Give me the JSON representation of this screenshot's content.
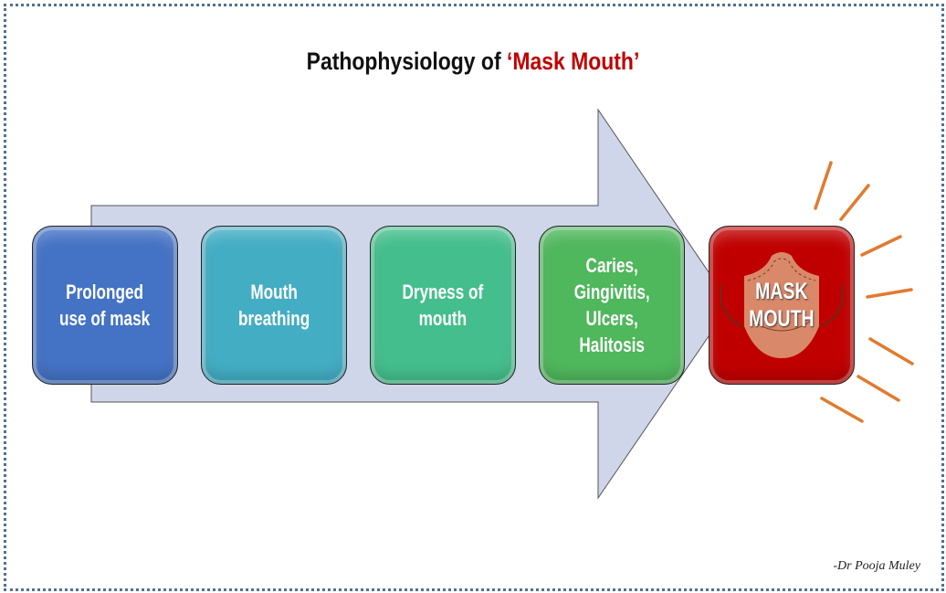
{
  "title": {
    "prefix": "Pathophysiology of ",
    "highlight": "‘Mask Mouth’"
  },
  "steps": [
    {
      "label": "Prolonged\nuse of mask",
      "color": "#4472c4"
    },
    {
      "label": "Mouth\nbreathing",
      "color": "#43adc3"
    },
    {
      "label": "Dryness of\nmouth",
      "color": "#44be8c"
    },
    {
      "label": "Caries,\nGingivitis,\nUlcers,\nHalitosis",
      "color": "#4fb75c"
    },
    {
      "label": "MASK\nMOUTH",
      "color": "#c00000"
    }
  ],
  "signature": "-Dr Pooja Muley",
  "colors": {
    "arrow": "#d0d6ea",
    "rays": "#e07b30",
    "mask": "#d9896a"
  }
}
